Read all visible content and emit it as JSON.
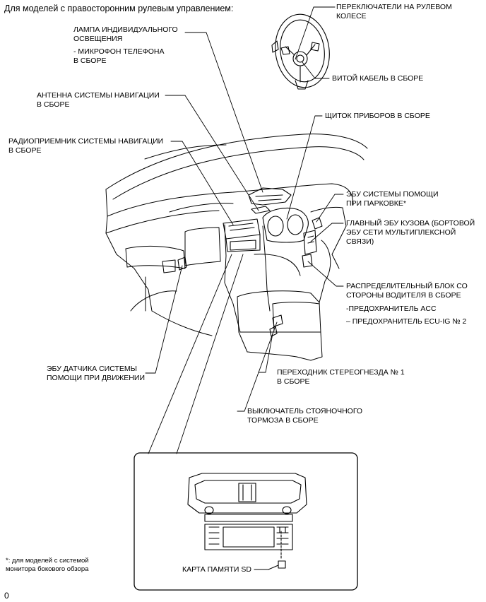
{
  "header": "Для моделей с правосторонним рулевым управлением:",
  "labels": {
    "steering_switches": [
      "ПЕРЕКЛЮЧАТЕЛИ НА РУЛЕВОМ",
      "КОЛЕСЕ"
    ],
    "lamp": [
      "ЛАМПА ИНДИВИДУАЛЬНОГО",
      "ОСВЕЩЕНИЯ"
    ],
    "microphone": [
      "- МИКРОФОН ТЕЛЕФОНА",
      "В СБОРЕ"
    ],
    "spiral_cable": "ВИТОЙ КАБЕЛЬ В СБОРЕ",
    "nav_antenna": [
      "АНТЕННА СИСТЕМЫ НАВИГАЦИИ",
      "В СБОРЕ"
    ],
    "instrument_panel": "ЩИТОК ПРИБОРОВ В СБОРЕ",
    "nav_receiver": [
      "РАДИОПРИЕМНИК СИСТЕМЫ НАВИГАЦИИ",
      "В СБОРЕ"
    ],
    "parking_ecu": [
      "ЭБУ СИСТЕМЫ ПОМОЩИ",
      "ПРИ ПАРКОВКЕ*"
    ],
    "body_ecu": [
      "ГЛАВНЫЙ ЭБУ КУЗОВА (БОРТОВОЙ",
      "ЭБУ СЕТИ МУЛЬТИПЛЕКСНОЙ",
      "СВЯЗИ)"
    ],
    "junction_block": [
      "РАСПРЕДЕЛИТЕЛЬНЫЙ БЛОК СО",
      "СТОРОНЫ ВОДИТЕЛЯ В СБОРЕ"
    ],
    "fuse_acc": "-ПРЕДОХРАНИТЕЛЬ ACC",
    "fuse_ecu": "– ПРЕДОХРАНИТЕЛЬ ECU-IG № 2",
    "drive_assist_ecu": [
      "ЭБУ ДАТЧИКА СИСТЕМЫ",
      "ПОМОЩИ ПРИ ДВИЖЕНИИ"
    ],
    "stereo_adapter": [
      "ПЕРЕХОДНИК СТЕРЕОГНЕЗДА № 1",
      "В СБОРЕ"
    ],
    "parking_brake": [
      "ВЫКЛЮЧАТЕЛЬ СТОЯНОЧНОГО",
      "ТОРМОЗА В СБОРЕ"
    ],
    "sd_card": "КАРТА ПАМЯТИ SD"
  },
  "footnote": [
    "*: для моделей с системой",
    "монитора бокового обзора"
  ],
  "page_mark": "0"
}
